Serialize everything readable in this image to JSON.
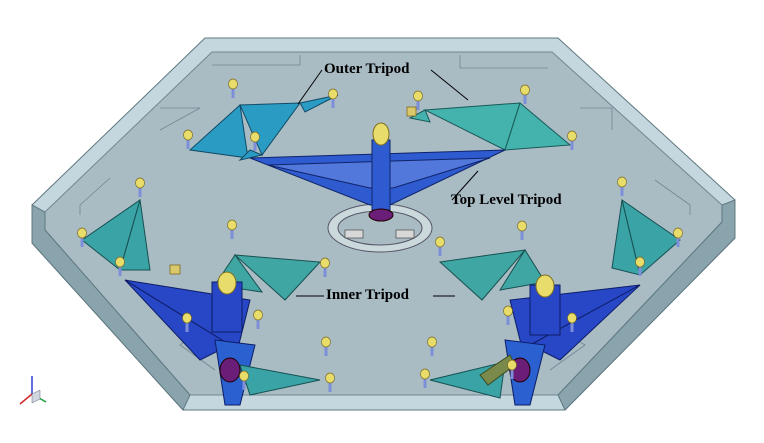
{
  "labels": {
    "outer_tripod": "Outer Tripod",
    "top_level_tripod": "Top Level Tripod",
    "inner_tripod": "Inner Tripod"
  },
  "colors": {
    "platform_top": "#a9bcc4",
    "platform_edge": "#c5d7de",
    "platform_side": "#8aa4ad",
    "outer_tripod": "#2a9cc4",
    "inner_tripod": "#3fa6a4",
    "top_tripod": "#2f5bd0",
    "lower_tripod": "#2747c7",
    "actuator_cap": "#e8dc6a",
    "actuator_rod": "#7d8fd8"
  },
  "icons": {
    "triad": "coordinate-triad-icon"
  }
}
